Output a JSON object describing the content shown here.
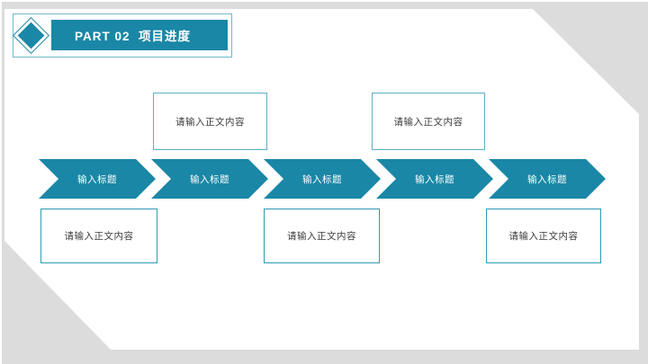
{
  "colors": {
    "accent": "#1a87a6",
    "frame_gray": "#dcdcdc",
    "header_outline": "#6fb9cd",
    "top_note_border": "#5fafc7",
    "bottom_note_border": "#2e9ab6",
    "body_text": "#3c3c3c"
  },
  "header": {
    "title": "PART 02  项目进度"
  },
  "timeline": {
    "steps": [
      {
        "title": "输入标题",
        "note": "请输入正文内容",
        "note_position": "below"
      },
      {
        "title": "输入标题",
        "note": "请输入正文内容",
        "note_position": "above"
      },
      {
        "title": "输入标题",
        "note": "请输入正文内容",
        "note_position": "below"
      },
      {
        "title": "输入标题",
        "note": "请输入正文内容",
        "note_position": "above"
      },
      {
        "title": "输入标题",
        "note": "请输入正文内容",
        "note_position": "below"
      }
    ]
  }
}
